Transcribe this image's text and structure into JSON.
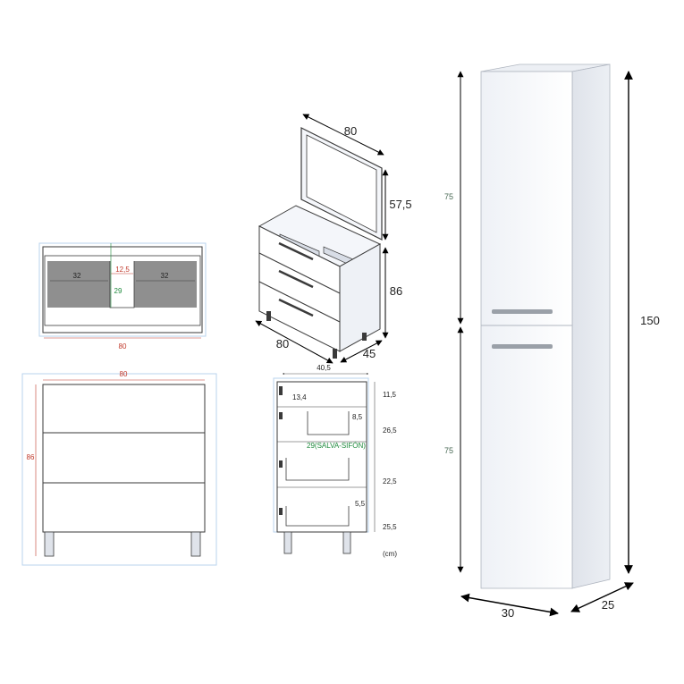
{
  "colors": {
    "line": "#3a3a3a",
    "arrow": "#000000",
    "panel_gray": "#8f8f8f",
    "cabinet_white": "#f4f6fa",
    "cabinet_shadow": "#d8dde6",
    "red_dim": "#c0392b",
    "green_dim": "#1e8a3c",
    "blue_tint": "#b9d3ee"
  },
  "top_view": {
    "left_width": "32",
    "right_width": "32",
    "gap_width": "12,5",
    "gap_depth": "29",
    "total_width": "80"
  },
  "front_view": {
    "width": "80",
    "height": "86"
  },
  "iso_view": {
    "mirror_width": "80",
    "mirror_height": "57,5",
    "cabinet_height": "86",
    "cabinet_width": "80",
    "cabinet_depth": "45"
  },
  "side_section": {
    "depth": "40,5",
    "inner_offset": "13,4",
    "drawer_gap": "8,5",
    "siphon_note": "29(SALVA-SIFÓN)",
    "toe_gap": "5,5",
    "heights": [
      "11,5",
      "26,5",
      "22,5",
      "25,5"
    ],
    "unit": "(cm)"
  },
  "column": {
    "upper_height": "75",
    "lower_height": "75",
    "total_height": "150",
    "width": "30",
    "depth": "25"
  }
}
